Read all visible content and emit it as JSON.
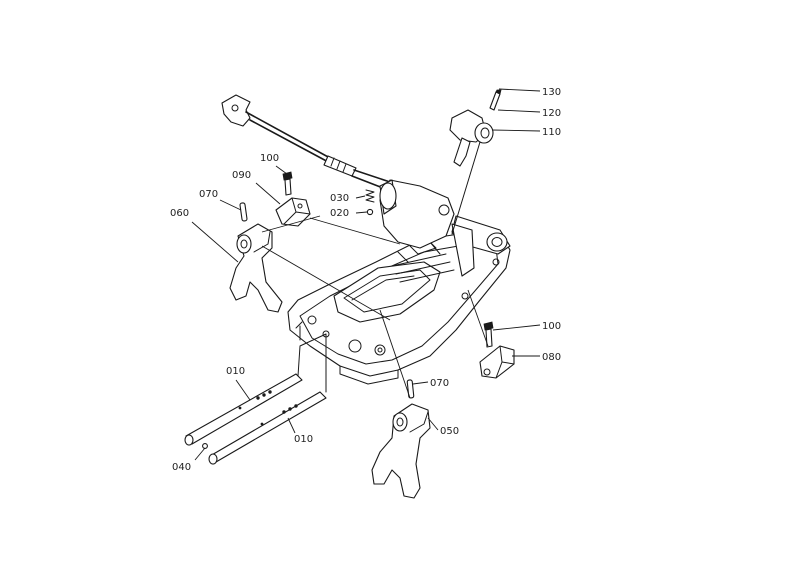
{
  "callouts": {
    "c130": "130",
    "c120": "120",
    "c110": "110",
    "c100a": "100",
    "c090": "090",
    "c070a": "070",
    "c060": "060",
    "c030": "030",
    "c020": "020",
    "c100b": "100",
    "c080": "080",
    "c070b": "070",
    "c050": "050",
    "c010a": "010",
    "c010b": "010",
    "c040": "040"
  }
}
